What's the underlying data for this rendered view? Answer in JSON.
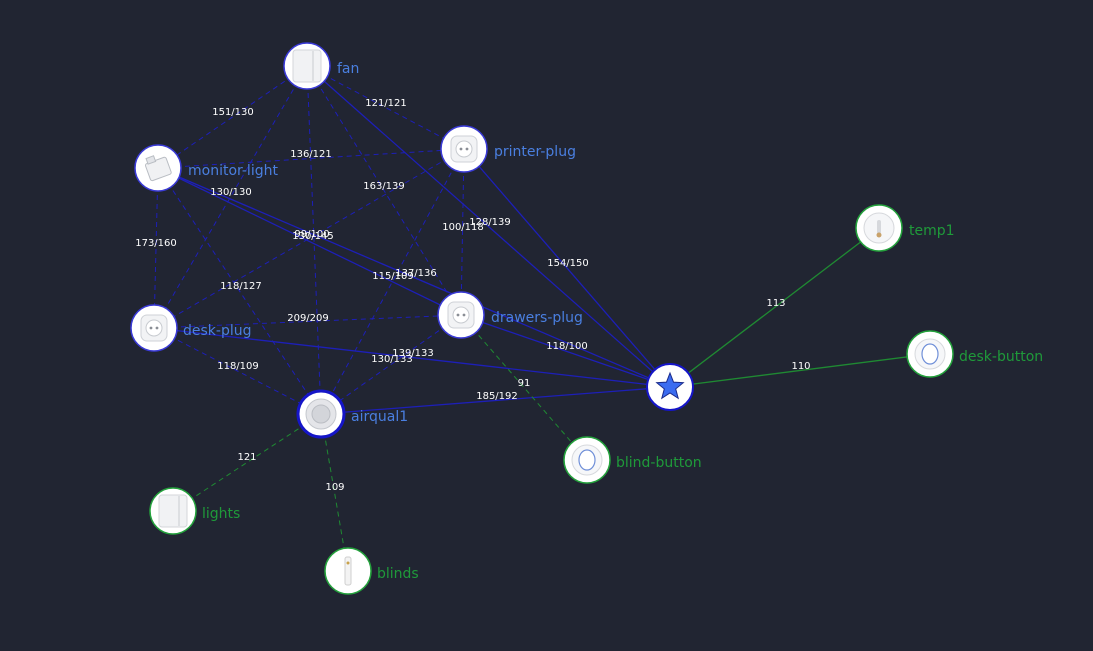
{
  "colors": {
    "background": "#212532",
    "router_label": "#4a7fe0",
    "enddevice_label": "#1f9a3a",
    "router_edge": "#1d1fb8",
    "router_ring": "#3a3ad6",
    "enddevice_edge": "#1f8a32",
    "enddevice_ring": "#24a23c",
    "coordinator_ring": "#1515c8",
    "coordinator_star": "#3b6cf0",
    "edge_label": "#ffffff"
  },
  "nodes": [
    {
      "id": "fan",
      "label": "fan",
      "type": "router",
      "icon": "switch-icon"
    },
    {
      "id": "printer-plug",
      "label": "printer-plug",
      "type": "router",
      "icon": "plug-icon"
    },
    {
      "id": "monitor-light",
      "label": "monitor-light",
      "type": "router",
      "icon": "relay-icon"
    },
    {
      "id": "desk-plug",
      "label": "desk-plug",
      "type": "router",
      "icon": "plug-icon"
    },
    {
      "id": "drawers-plug",
      "label": "drawers-plug",
      "type": "router",
      "icon": "plug-icon"
    },
    {
      "id": "airqual1",
      "label": "airqual1",
      "type": "router",
      "icon": "sensor-icon"
    },
    {
      "id": "coordinator",
      "label": "",
      "type": "coordinator",
      "icon": "star-icon"
    },
    {
      "id": "temp1",
      "label": "temp1",
      "type": "enddevice",
      "icon": "thermometer-icon"
    },
    {
      "id": "desk-button",
      "label": "desk-button",
      "type": "enddevice",
      "icon": "button-icon"
    },
    {
      "id": "blind-button",
      "label": "blind-button",
      "type": "enddevice",
      "icon": "button-icon"
    },
    {
      "id": "lights",
      "label": "lights",
      "type": "enddevice",
      "icon": "switch-icon"
    },
    {
      "id": "blinds",
      "label": "blinds",
      "type": "enddevice",
      "icon": "blind-icon"
    }
  ],
  "edges": [
    {
      "from": "fan",
      "to": "monitor-light",
      "label": "151/130",
      "style": "dashed",
      "kind": "router"
    },
    {
      "from": "fan",
      "to": "printer-plug",
      "label": "121/121",
      "style": "dashed",
      "kind": "router"
    },
    {
      "from": "fan",
      "to": "desk-plug",
      "label": "",
      "style": "dashed",
      "kind": "router"
    },
    {
      "from": "fan",
      "to": "drawers-plug",
      "label": "",
      "style": "dashed",
      "kind": "router"
    },
    {
      "from": "fan",
      "to": "airqual1",
      "label": "",
      "style": "dashed",
      "kind": "router"
    },
    {
      "from": "fan",
      "to": "coordinator",
      "label": "128/139",
      "style": "solid",
      "kind": "router"
    },
    {
      "from": "monitor-light",
      "to": "printer-plug",
      "label": "136/121",
      "style": "dashed",
      "kind": "router"
    },
    {
      "from": "monitor-light",
      "to": "desk-plug",
      "label": "173/160",
      "style": "dashed",
      "kind": "router"
    },
    {
      "from": "monitor-light",
      "to": "drawers-plug",
      "label": "",
      "style": "solid",
      "kind": "router"
    },
    {
      "from": "monitor-light",
      "to": "airqual1",
      "label": "130/130",
      "style": "dashed",
      "kind": "router"
    },
    {
      "from": "monitor-light",
      "to": "coordinator",
      "label": "",
      "style": "solid",
      "kind": "router"
    },
    {
      "from": "printer-plug",
      "to": "desk-plug",
      "label": "163/139",
      "style": "dashed",
      "kind": "router"
    },
    {
      "from": "printer-plug",
      "to": "drawers-plug",
      "label": "100/118",
      "style": "dashed",
      "kind": "router"
    },
    {
      "from": "printer-plug",
      "to": "airqual1",
      "label": "115/109",
      "style": "dashed",
      "kind": "router"
    },
    {
      "from": "printer-plug",
      "to": "coordinator",
      "label": "154/150",
      "style": "solid",
      "kind": "router"
    },
    {
      "from": "desk-plug",
      "to": "drawers-plug",
      "label": "209/209",
      "style": "dashed",
      "kind": "router"
    },
    {
      "from": "desk-plug",
      "to": "airqual1",
      "label": "118/109",
      "style": "dashed",
      "kind": "router"
    },
    {
      "from": "desk-plug",
      "to": "coordinator",
      "label": "139/133",
      "style": "solid",
      "kind": "router"
    },
    {
      "from": "drawers-plug",
      "to": "airqual1",
      "label": "130/133",
      "style": "dashed",
      "kind": "router"
    },
    {
      "from": "drawers-plug",
      "to": "coordinator",
      "label": "118/100",
      "style": "solid",
      "kind": "router"
    },
    {
      "from": "airqual1",
      "to": "coordinator",
      "label": "185/192",
      "style": "solid",
      "kind": "router"
    },
    {
      "from": "coordinator",
      "to": "temp1",
      "label": "113",
      "style": "solid",
      "kind": "enddevice"
    },
    {
      "from": "coordinator",
      "to": "desk-button",
      "label": "110",
      "style": "solid",
      "kind": "enddevice"
    },
    {
      "from": "drawers-plug",
      "to": "blind-button",
      "label": "91",
      "style": "dashed",
      "kind": "enddevice"
    },
    {
      "from": "airqual1",
      "to": "lights",
      "label": "121",
      "style": "dashed",
      "kind": "enddevice"
    },
    {
      "from": "airqual1",
      "to": "blinds",
      "label": "109",
      "style": "dashed",
      "kind": "enddevice"
    }
  ],
  "overlapping_labels": [
    {
      "label": "99/100"
    },
    {
      "label": "130/145"
    },
    {
      "label": "137/136"
    },
    {
      "label": "118/127"
    }
  ]
}
